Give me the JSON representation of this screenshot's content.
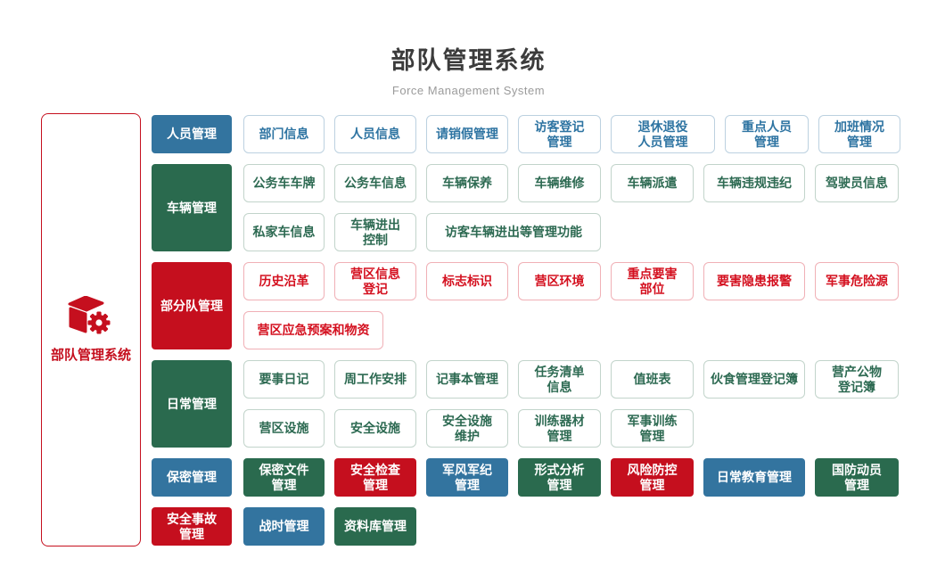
{
  "header": {
    "title": "部队管理系统",
    "subtitle": "Force Management System"
  },
  "palette": {
    "blue": "#33749f",
    "green": "#2a6a4e",
    "red": "#c50f1e",
    "blue_text": "#2e74a2",
    "green_text": "#2d6a52",
    "red_text": "#d4101f",
    "blue_border": "#bcd1e0",
    "green_border": "#c2d4cb",
    "red_border": "#f0b0b6",
    "title": "#3c3c3c",
    "subtitle": "#9b9b9b"
  },
  "root": {
    "label": "部队管理系统",
    "icon": "cube-gear-icon"
  },
  "groups": [
    {
      "id": "personnel",
      "label": "人员管理",
      "color": "blue",
      "rows": [
        [
          {
            "label": "部门信息",
            "w": 91
          },
          {
            "label": "人员信息",
            "w": 92
          },
          {
            "label": "请销假管理",
            "w": 92
          },
          {
            "label": "访客登记\n管理",
            "w": 93
          },
          {
            "label": "退休退役\n人员管理",
            "w": 117
          },
          {
            "label": "重点人员\n管理",
            "w": 94
          },
          {
            "label": "加班情况\n管理",
            "w": 92
          }
        ]
      ]
    },
    {
      "id": "vehicle",
      "label": "车辆管理",
      "color": "green",
      "rows": [
        [
          {
            "label": "公务车车牌",
            "w": 91
          },
          {
            "label": "公务车信息",
            "w": 92
          },
          {
            "label": "车辆保养",
            "w": 92
          },
          {
            "label": "车辆维修",
            "w": 93
          },
          {
            "label": "车辆派遣",
            "w": 93
          },
          {
            "label": "车辆违规违纪",
            "w": 114
          },
          {
            "label": "驾驶员信息",
            "w": 94
          }
        ],
        [
          {
            "label": "私家车信息",
            "w": 91
          },
          {
            "label": "车辆进出\n控制",
            "w": 92
          },
          {
            "label": "访客车辆进出等管理功能",
            "w": 196
          }
        ]
      ]
    },
    {
      "id": "subunit",
      "label": "部分队管理",
      "color": "red",
      "rows": [
        [
          {
            "label": "历史沿革",
            "w": 91
          },
          {
            "label": "营区信息\n登记",
            "w": 92
          },
          {
            "label": "标志标识",
            "w": 92
          },
          {
            "label": "营区环境",
            "w": 93
          },
          {
            "label": "重点要害\n部位",
            "w": 93
          },
          {
            "label": "要害隐患报警",
            "w": 114
          },
          {
            "label": "军事危险源",
            "w": 94
          }
        ],
        [
          {
            "label": "营区应急预案和物资",
            "w": 157
          }
        ]
      ]
    },
    {
      "id": "daily",
      "label": "日常管理",
      "color": "green",
      "rows": [
        [
          {
            "label": "要事日记",
            "w": 91
          },
          {
            "label": "周工作安排",
            "w": 92
          },
          {
            "label": "记事本管理",
            "w": 92
          },
          {
            "label": "任务清单\n信息",
            "w": 93
          },
          {
            "label": "值班表",
            "w": 93
          },
          {
            "label": "伙食管理登记簿",
            "w": 114
          },
          {
            "label": "营产公物\n登记簿",
            "w": 94
          }
        ],
        [
          {
            "label": "营区设施",
            "w": 91
          },
          {
            "label": "安全设施",
            "w": 92
          },
          {
            "label": "安全设施\n维护",
            "w": 92
          },
          {
            "label": "训练器材\n管理",
            "w": 93
          },
          {
            "label": "军事训练\n管理",
            "w": 93
          }
        ]
      ]
    },
    {
      "id": "secrecy",
      "label": "保密管理",
      "color": "blue",
      "rows": [
        [
          {
            "label": "保密文件\n管理",
            "w": 91,
            "solid": true,
            "color": "green"
          },
          {
            "label": "安全检查\n管理",
            "w": 92,
            "solid": true,
            "color": "red"
          },
          {
            "label": "军风军纪\n管理",
            "w": 92,
            "solid": true,
            "color": "blue"
          },
          {
            "label": "形式分析\n管理",
            "w": 93,
            "solid": true,
            "color": "green"
          },
          {
            "label": "风险防控\n管理",
            "w": 93,
            "solid": true,
            "color": "red"
          },
          {
            "label": "日常教育管理",
            "w": 114,
            "solid": true,
            "color": "blue"
          },
          {
            "label": "国防动员\n管理",
            "w": 94,
            "solid": true,
            "color": "green"
          }
        ]
      ]
    },
    {
      "id": "safety-accident",
      "label": "安全事故\n管理",
      "color": "red",
      "rows": [
        [
          {
            "label": "战时管理",
            "w": 91,
            "solid": true,
            "color": "blue"
          },
          {
            "label": "资料库管理",
            "w": 92,
            "solid": true,
            "color": "green"
          }
        ]
      ]
    }
  ]
}
